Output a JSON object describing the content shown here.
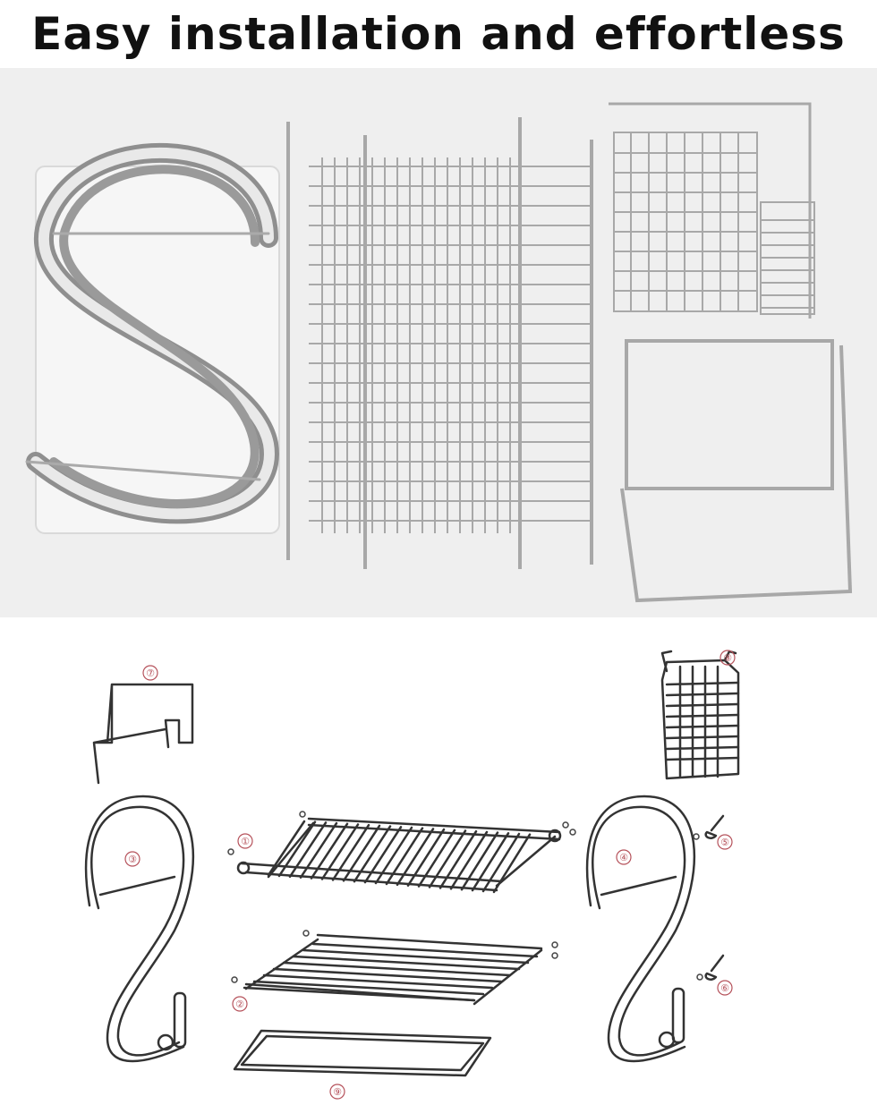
{
  "header": {
    "title": "Easy installation and effortless"
  },
  "diagram": {
    "part_labels": [
      "①",
      "②",
      "③",
      "④",
      "⑤",
      "⑥",
      "⑦",
      "⑧",
      "⑨"
    ]
  },
  "colors": {
    "photo_bg": "#efefef",
    "metal": "#b9b9b9",
    "label": "#b5515a"
  }
}
